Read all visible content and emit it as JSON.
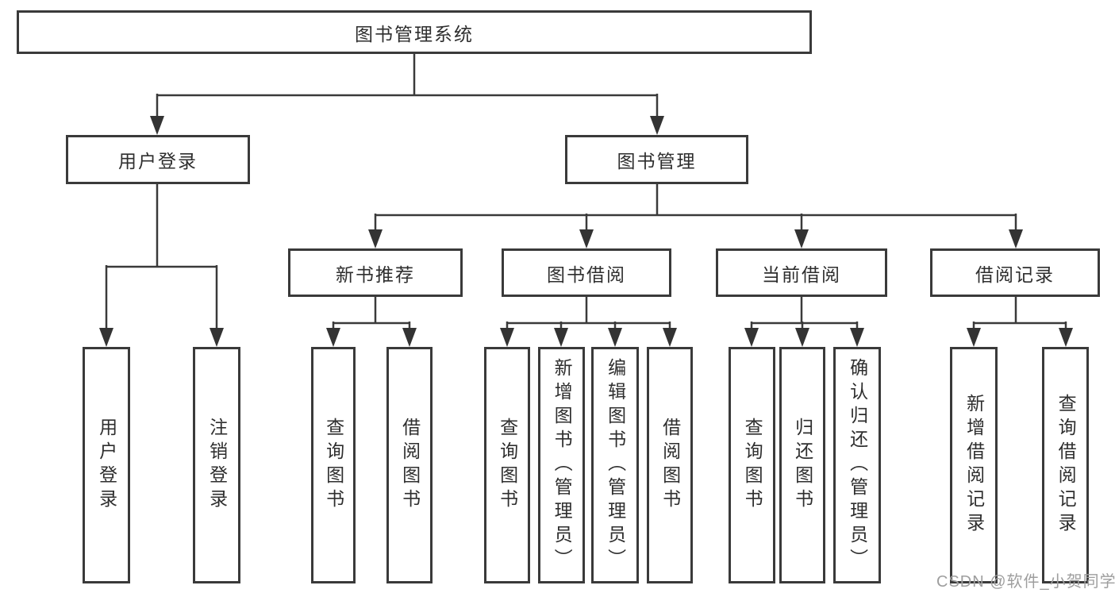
{
  "nodes": {
    "root": "图书管理系统",
    "user_login": "用户登录",
    "book_mgmt": "图书管理",
    "new_books": "新书推荐",
    "book_borrow": "图书借阅",
    "current_borrow": "当前借阅",
    "borrow_records": "借阅记录"
  },
  "leaves": {
    "user_login": [
      "用户登录",
      "注销登录"
    ],
    "new_books": [
      "查询图书",
      "借阅图书"
    ],
    "book_borrow": [
      "查询图书",
      "新增图书（管理员）",
      "编辑图书（管理员）",
      "借阅图书"
    ],
    "current_borrow": [
      "查询图书",
      "归还图书",
      "确认归还（管理员）"
    ],
    "borrow_records": [
      "新增借阅记录",
      "查询借阅记录"
    ]
  },
  "watermark": "CSDN @软件_小贺同学",
  "colors": {
    "line": "#3a3a3a",
    "text": "#2e2e2e",
    "watermark": "#9e9e9e",
    "background": "#ffffff"
  }
}
